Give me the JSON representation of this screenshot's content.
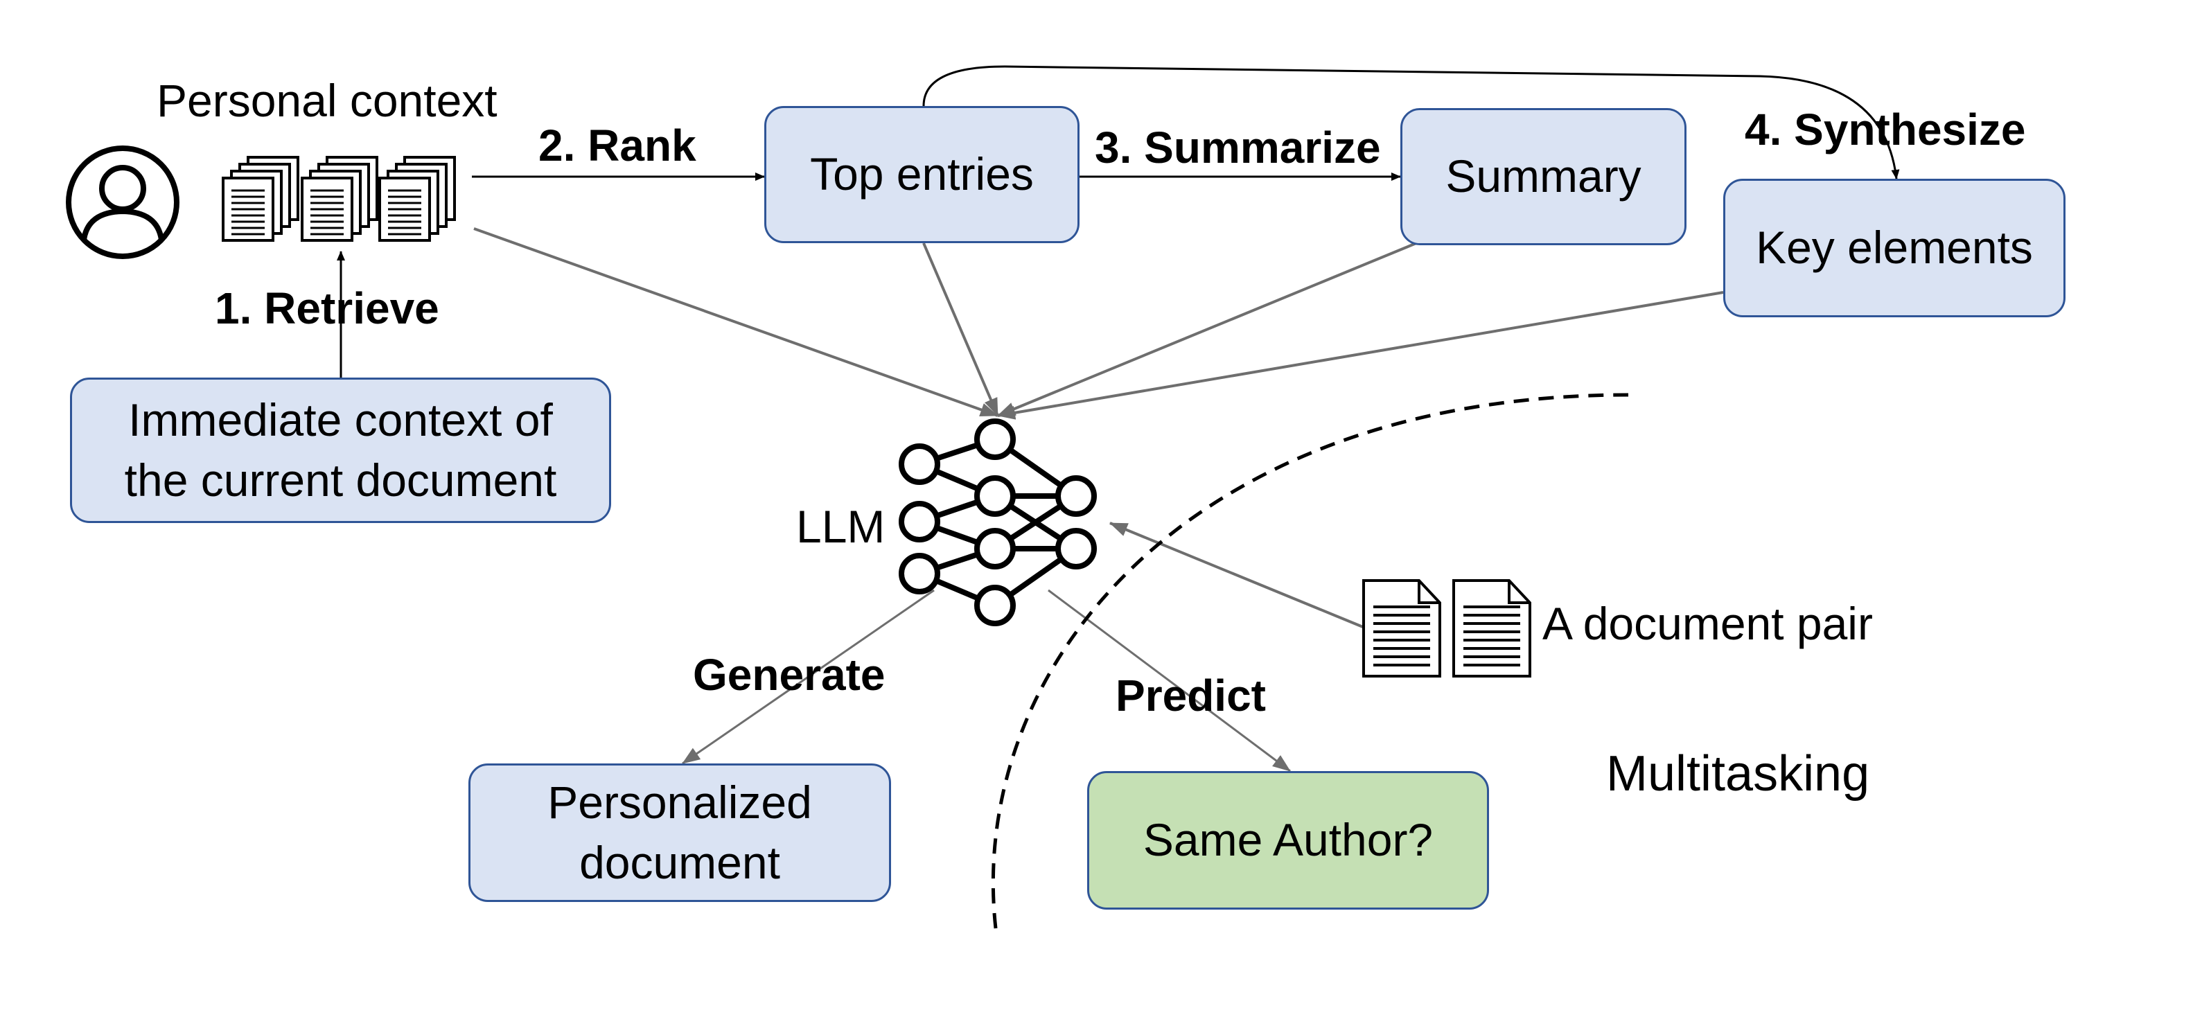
{
  "personal_context": {
    "label": "Personal context"
  },
  "steps": {
    "retrieve": "1. Retrieve",
    "rank": "2. Rank",
    "summarize": "3. Summarize",
    "synthesize": "4. Synthesize"
  },
  "boxes": {
    "top_entries": "Top entries",
    "summary": "Summary",
    "key_elements": "Key elements",
    "immediate_context": "Immediate context of the current document",
    "personalized_document": "Personalized document",
    "same_author": "Same Author?"
  },
  "llm": {
    "label": "LLM"
  },
  "tasks": {
    "generate": "Generate",
    "predict": "Predict",
    "multitasking": "Multitasking"
  },
  "document_pair": {
    "label": "A document pair"
  },
  "colors": {
    "box_fill": "#dae3f3",
    "box_border": "#2f5597",
    "green_fill": "#c5e0b4",
    "arrow_dark": "#000000",
    "arrow_gray": "#6e6e6e"
  },
  "icons": [
    "user-icon",
    "document-stack-icon",
    "neural-network-icon",
    "document-icon"
  ]
}
